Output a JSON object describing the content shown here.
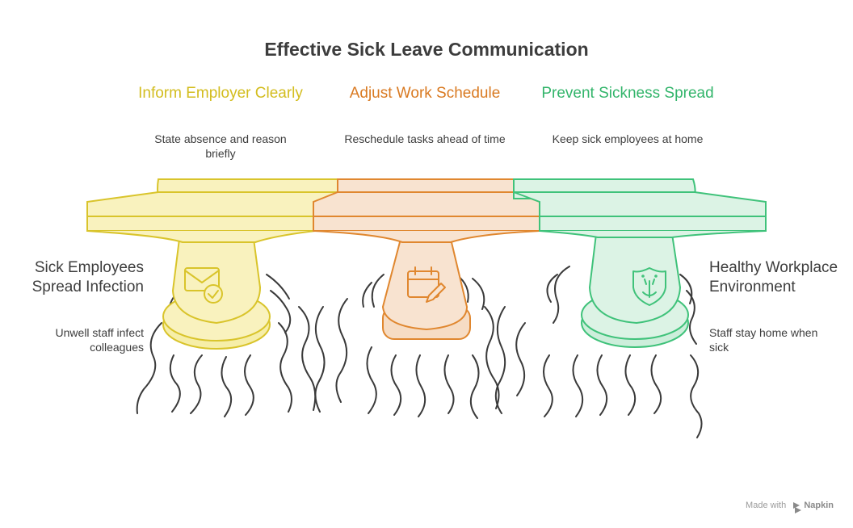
{
  "title": "Effective Sick Leave Communication",
  "columns": [
    {
      "title": "Inform Employer Clearly",
      "description": "State absence and reason briefly",
      "icon": "envelope-check-icon",
      "color": "#d9c42b"
    },
    {
      "title": "Adjust Work Schedule",
      "description": "Reschedule tasks ahead of time",
      "icon": "calendar-edit-icon",
      "color": "#e0872f"
    },
    {
      "title": "Prevent Sickness Spread",
      "description": "Keep sick employees at home",
      "icon": "shield-leaf-icon",
      "color": "#3fc27a"
    }
  ],
  "left": {
    "title": "Sick Employees Spread Infection",
    "description": "Unwell staff infect colleagues"
  },
  "right": {
    "title": "Healthy Workplace Environment",
    "description": "Staff stay home when sick"
  },
  "footer": {
    "made_with": "Made with",
    "brand": "Napkin"
  }
}
